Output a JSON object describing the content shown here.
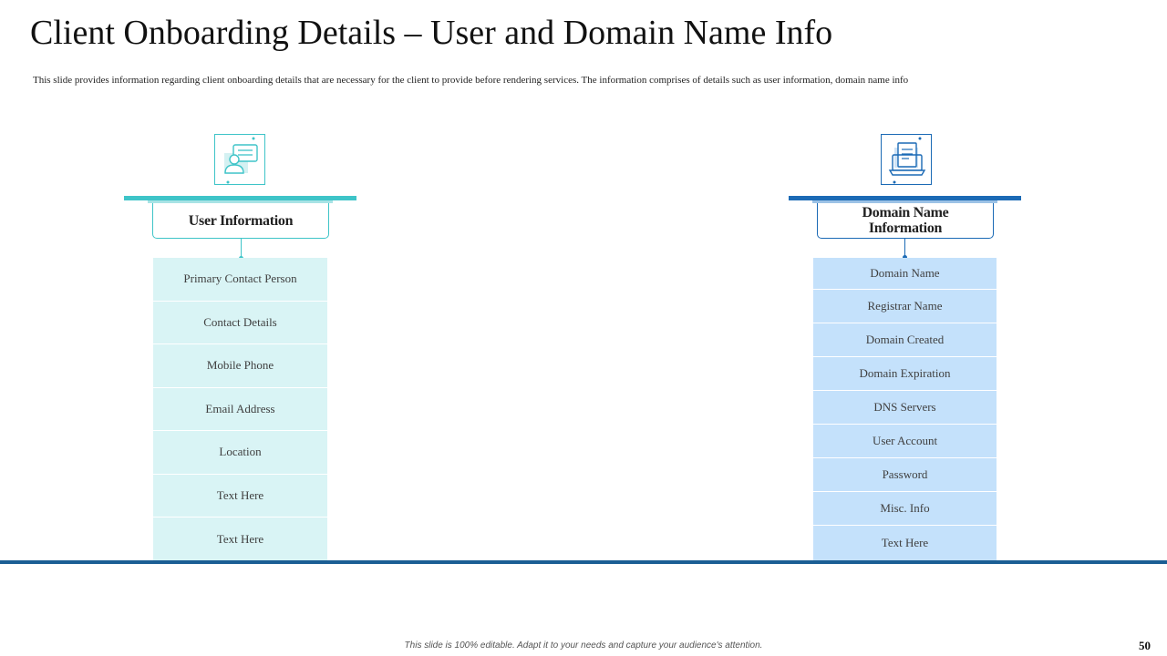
{
  "slide": {
    "title": "Client Onboarding Details – User and Domain Name Info",
    "subtitle": "This slide provides  information regarding  client onboarding details that are necessary  for the client to provide  before rendering services.  The information comprises  of details such as user information, domain name info",
    "footer": "This slide is 100% editable. Adapt it to your needs and capture your audience's attention.",
    "page_number": "50"
  },
  "user_info": {
    "icon": "user-chat-icon",
    "accent": "#3ec4c8",
    "heading": "User Information",
    "items": [
      "Primary Contact Person",
      "Contact Details",
      "Mobile Phone",
      "Email Address",
      "Location",
      "Text Here",
      "Text Here"
    ]
  },
  "domain_info": {
    "icon": "document-laptop-icon",
    "accent": "#1b6ab5",
    "heading": "Domain Name Information",
    "items": [
      "Domain Name",
      "Registrar Name",
      "Domain Created",
      "Domain Expiration",
      "DNS Servers",
      "User Account",
      "Password",
      "Misc. Info",
      "Text Here"
    ]
  }
}
